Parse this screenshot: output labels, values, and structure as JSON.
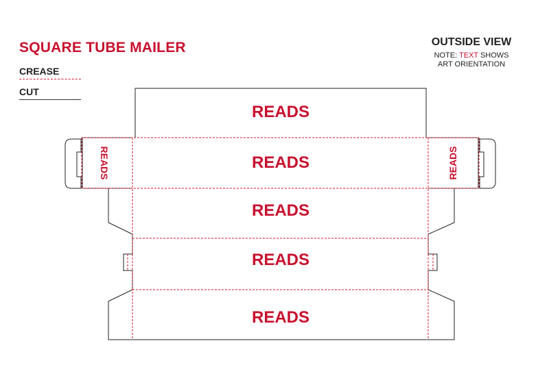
{
  "title": "SQUARE TUBE MAILER",
  "legend": {
    "crease_label": "CREASE",
    "cut_label": "CUT"
  },
  "view": {
    "title": "OUTSIDE VIEW",
    "note_prefix": "NOTE: ",
    "note_highlight": "TEXT",
    "note_suffix": " SHOWS",
    "note_line2": "ART ORIENTATION"
  },
  "panels": [
    {
      "label": "READS"
    },
    {
      "label": "READS"
    },
    {
      "label": "READS"
    },
    {
      "label": "READS"
    },
    {
      "label": "READS"
    }
  ],
  "side_flaps": {
    "left_label": "READS",
    "right_label": "READS"
  },
  "colors": {
    "cut": "#222222",
    "crease": "#d4142a",
    "accent": "#c8102e"
  }
}
